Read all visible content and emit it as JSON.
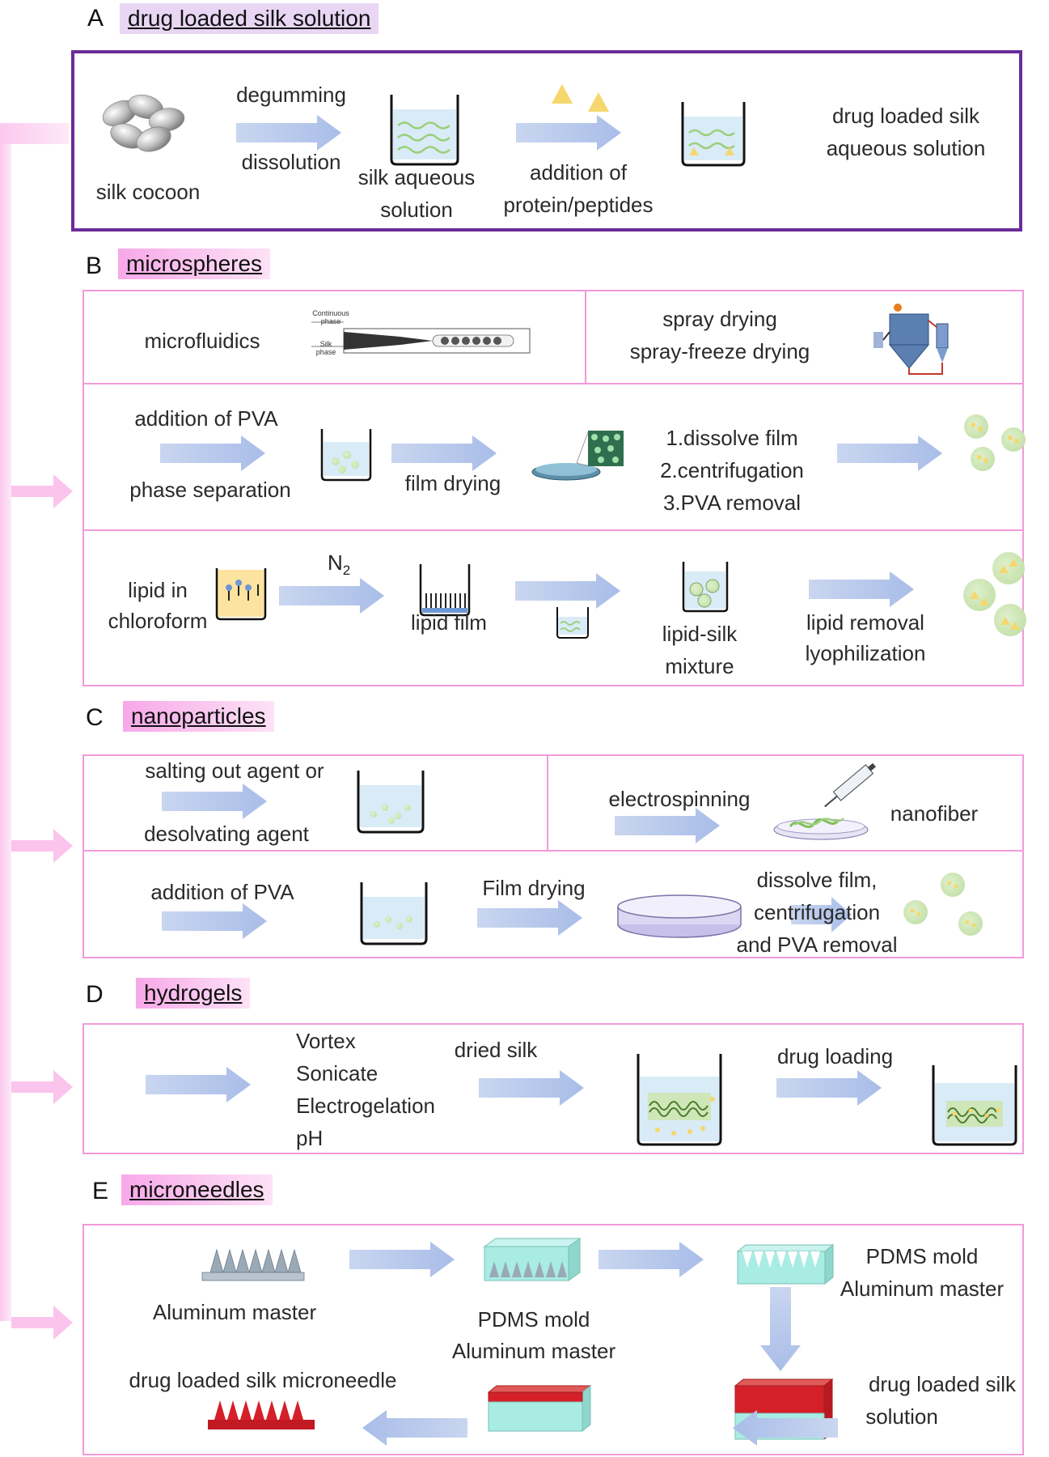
{
  "sections": {
    "a": {
      "letter": "A",
      "title": "drug loaded silk solution",
      "silk_cocoon": "silk cocoon",
      "degumming": "degumming",
      "dissolution": "dissolution",
      "silk_aqueous_1": "silk aqueous",
      "silk_aqueous_2": "solution",
      "addition_1": "addition of",
      "addition_2": "protein/peptides",
      "result_1": "drug loaded silk",
      "result_2": "aqueous solution"
    },
    "b": {
      "letter": "B",
      "title": "microspheres",
      "microfluidics": "microfluidics",
      "continuous_1": "Continuous",
      "continuous_2": "phase",
      "silk_phase_1": "Silk",
      "silk_phase_2": "phase",
      "spray_1": "spray drying",
      "spray_2": "spray-freeze drying",
      "add_pva": "addition of PVA",
      "phase_sep": "phase separation",
      "film_drying": "film drying",
      "step1": "1.dissolve film",
      "step2": "2.centrifugation",
      "step3": "3.PVA removal",
      "lipid_1": "lipid in",
      "lipid_2": "chloroform",
      "n2": "N",
      "n2_sub": "2",
      "lipid_film": "lipid film",
      "mixture_1": "lipid-silk",
      "mixture_2": "mixture",
      "removal_1": "lipid removal",
      "removal_2": "lyophilization"
    },
    "c": {
      "letter": "C",
      "title": "nanoparticles",
      "salting_1": "salting out agent or",
      "salting_2": "desolvating  agent",
      "electrospinning": "electrospinning",
      "nanofiber": "nanofiber",
      "add_pva": "addition of PVA",
      "film_drying": "Film drying",
      "dissolve_1": "dissolve film,",
      "dissolve_2": "centrifugation",
      "dissolve_3": "and PVA removal"
    },
    "d": {
      "letter": "D",
      "title": "hydrogels",
      "m1": "Vortex",
      "m2": "Sonicate",
      "m3": "Electrogelation",
      "m4": "pH",
      "dried_silk": "dried silk",
      "drug_loading": "drug loading"
    },
    "e": {
      "letter": "E",
      "title": "microneedles",
      "aluminum_master": "Aluminum master",
      "pdms_1": "PDMS mold",
      "pdms_2": "Aluminum master",
      "pdms_r1": "PDMS mold",
      "pdms_r2": "Aluminum master",
      "drug_1": "drug loaded silk",
      "drug_2": "solution",
      "final": "drug loaded silk microneedle"
    }
  },
  "colors": {
    "panel_border": "#f39ad8",
    "panel_a_border": "#6a2c9a",
    "arrow": "#b9c9ec",
    "liquid": "#d9ebf7",
    "particle": "#cfe6b8",
    "drug": "#f5d76e",
    "silk_red": "#d5202a",
    "pdms": "#a8ece4"
  }
}
